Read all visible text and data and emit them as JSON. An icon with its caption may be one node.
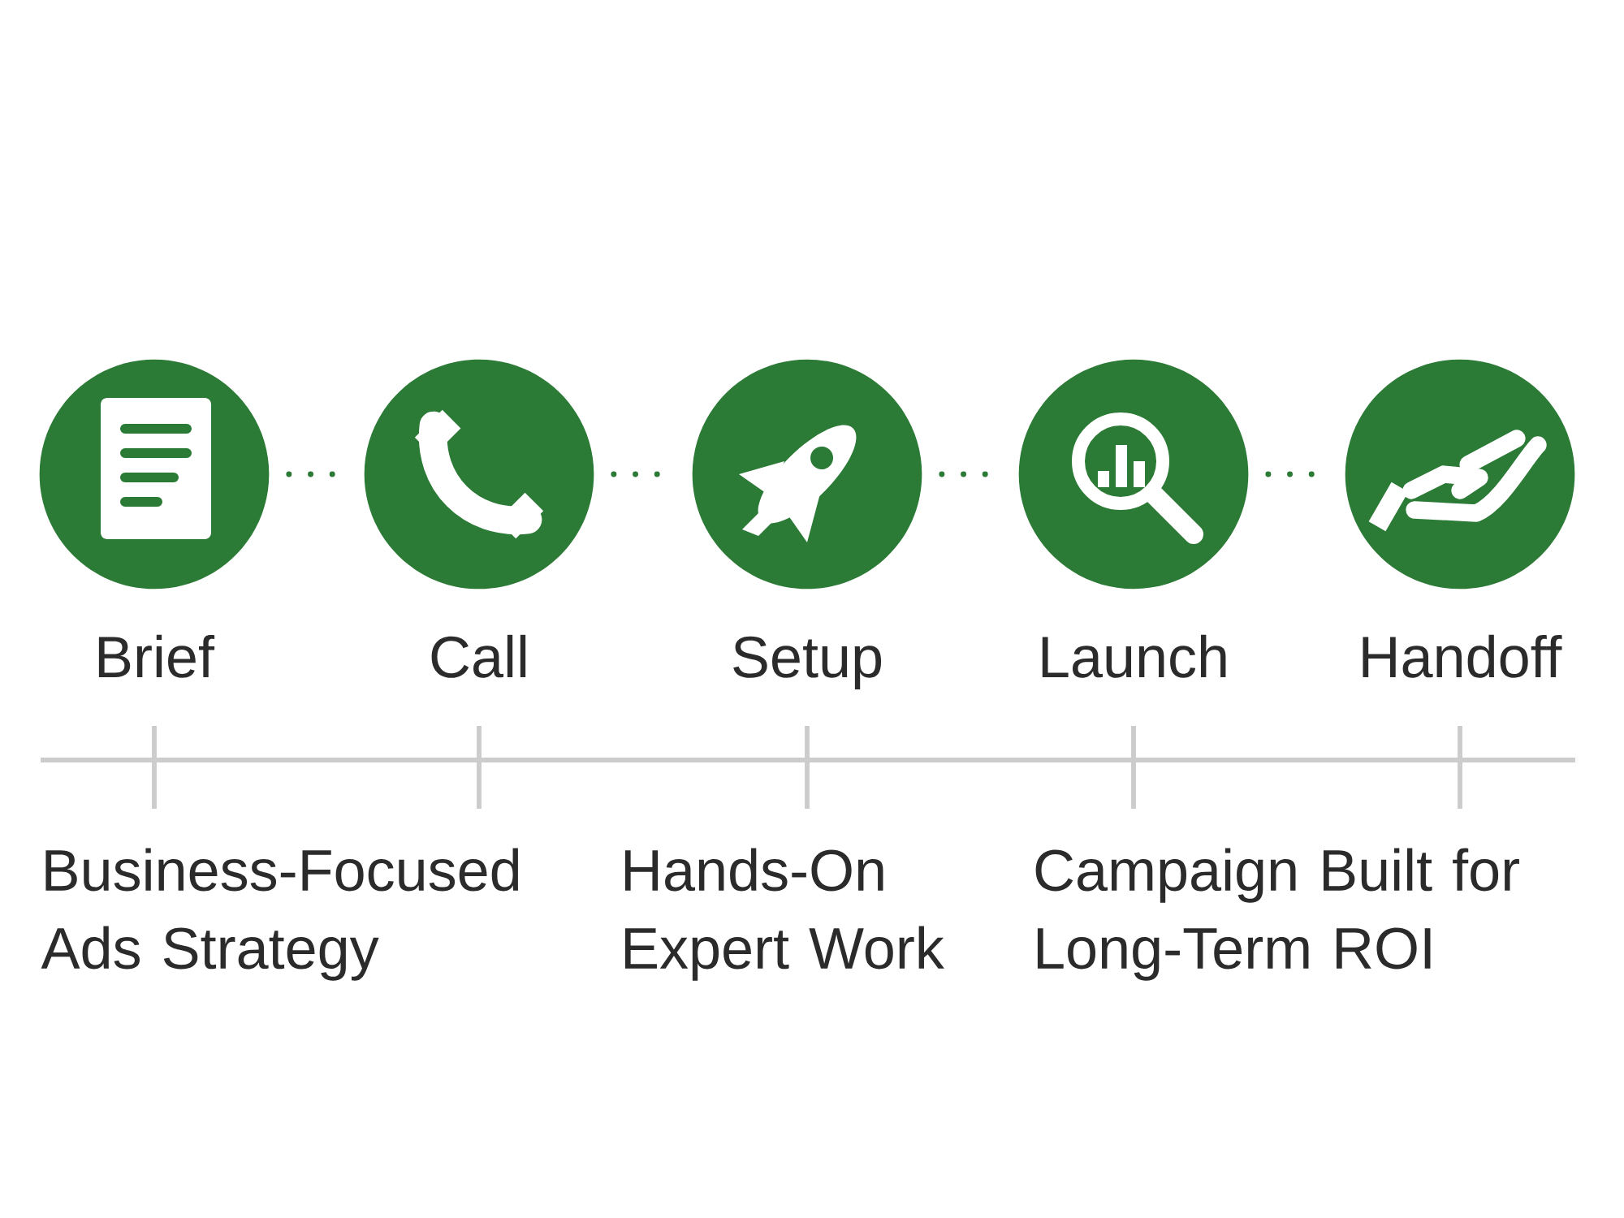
{
  "diagram": {
    "nodes": [
      {
        "text": [
          "Brief"
        ]
      },
      {
        "text": [
          "Call"
        ]
      },
      {
        "text": [
          "Setup"
        ]
      },
      {
        "text": [
          "Launch"
        ]
      },
      {
        "text": [
          "Handoff"
        ]
      }
    ],
    "edges": [
      {
        "from": 0,
        "to": 1,
        "arrow": "none",
        "style": "dashed"
      },
      {
        "from": 1,
        "to": 2,
        "arrow": "none",
        "style": "dashed"
      },
      {
        "from": 2,
        "to": 3,
        "arrow": "none",
        "style": "dashed"
      },
      {
        "from": 3,
        "to": 4,
        "arrow": "none",
        "style": "dashed"
      }
    ],
    "labels": [
      "Business-Focused Ads Strategy",
      "Hands-On Expert Work",
      "Campaign Built for Long-Term ROI"
    ]
  }
}
